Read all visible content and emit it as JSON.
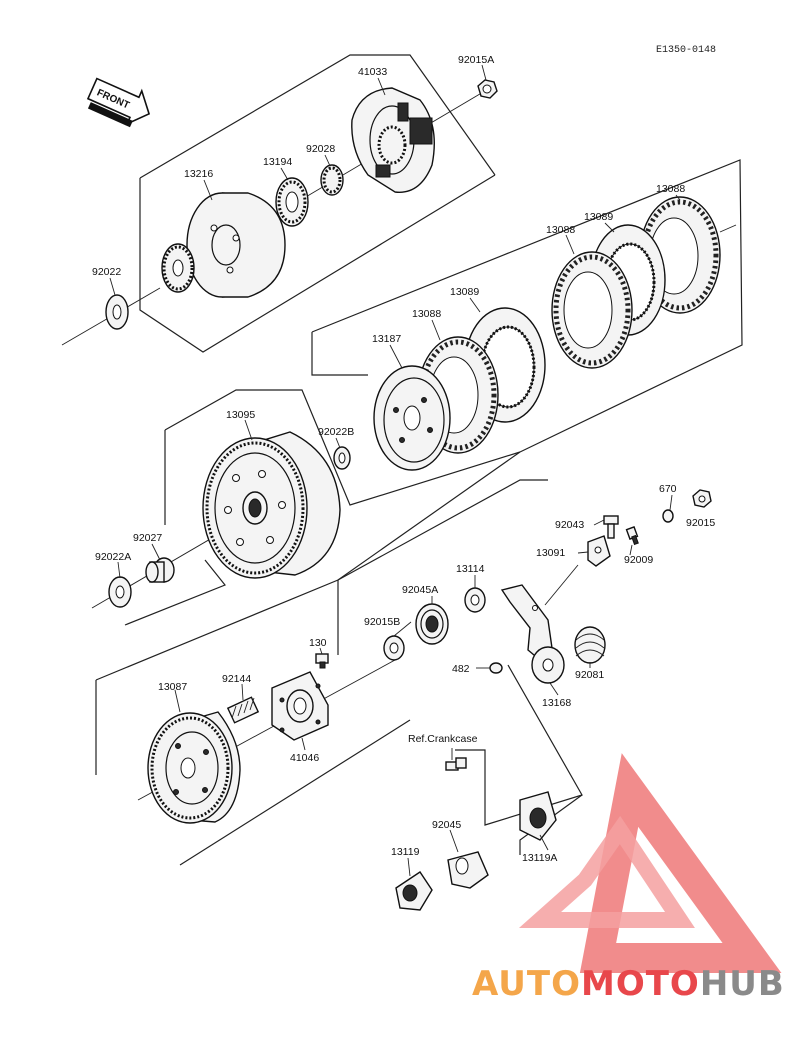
{
  "diagram_code": "E1350-0148",
  "front_arrow_label": "FRONT",
  "ref_label": "Ref.Crankcase",
  "parts": {
    "p41033": "41033",
    "p92015A": "92015A",
    "p13216": "13216",
    "p13194": "13194",
    "p92028": "92028",
    "p92022": "92022",
    "p13088_top": "13088",
    "p13089_top": "13089",
    "p13088_mid": "13088",
    "p13089_mid": "13089",
    "p13088_low": "13088",
    "p13187": "13187",
    "p13095": "13095",
    "p92022B": "92022B",
    "p92027": "92027",
    "p92022A": "92022A",
    "p670": "670",
    "p92015": "92015",
    "p92043": "92043",
    "p92009": "92009",
    "p13091": "13091",
    "p13114": "13114",
    "p92045A": "92045A",
    "p92015B": "92015B",
    "p130": "130",
    "p482": "482",
    "p92081": "92081",
    "p13168": "13168",
    "p13087": "13087",
    "p92144": "92144",
    "p41046": "41046",
    "p92045": "92045",
    "p13119": "13119",
    "p13119A": "13119A"
  },
  "watermark": {
    "auto": "AUTO",
    "moto": "MOTO",
    "hub": "HUB",
    "color_orange": "#f4a64a",
    "color_red": "#e8474b",
    "color_gray": "#8a8a8a"
  }
}
